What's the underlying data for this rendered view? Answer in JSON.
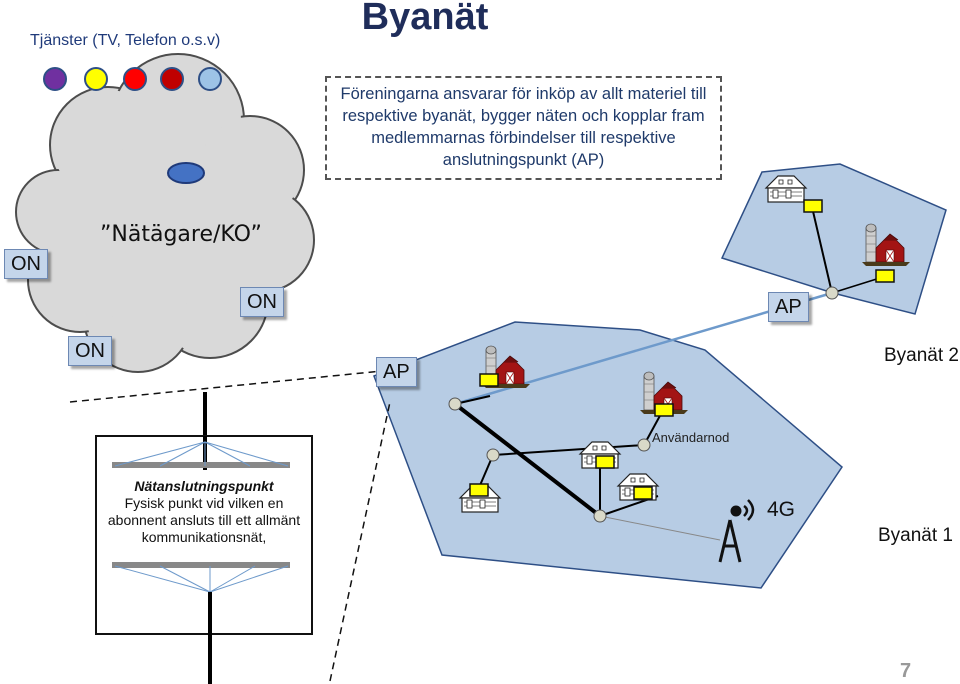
{
  "title": "Byanät",
  "services_label": "Tjänster (TV, Telefon o.s.v)",
  "service_dots": [
    "#7030a0",
    "#ffff00",
    "#ff0000",
    "#c00000",
    "#9dc3e6"
  ],
  "description": "Föreningarna ansvarar för inköp av allt materiel till respektive byanät, bygger näten och kopplar fram medlemmarnas förbindelser till respektive anslutningspunkt (AP)",
  "cloud_label": "”Nätägare/KO”",
  "on_tags": [
    "ON",
    "ON",
    "ON"
  ],
  "ap_tags": [
    "AP",
    "AP"
  ],
  "labels": {
    "byanat2": "Byanät 2",
    "byanat1": "Byanät 1",
    "anvandarnod": "Användarnod",
    "g4": "4G"
  },
  "natanslutning": {
    "title": "Nätanslutningspunkt",
    "body": "Fysisk punkt vid vilken en abonnent ansluts till ett allmänt kommunikationsnät,"
  },
  "page_number": "7",
  "colors": {
    "net_fill": "#b7cce4",
    "cloud_fill": "#d9d9d9",
    "tag_fill": "#c4d5ea",
    "node_yellow": "#ffff00",
    "link_blue": "#6e9acb"
  }
}
